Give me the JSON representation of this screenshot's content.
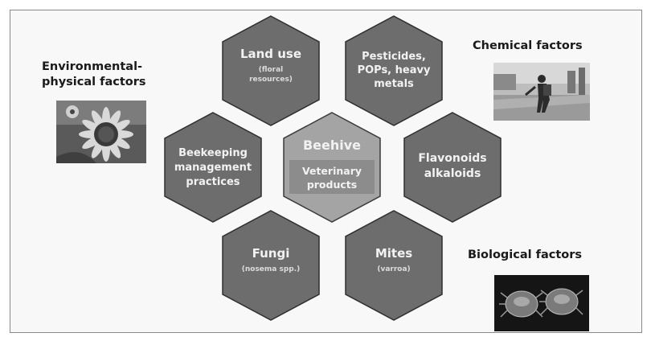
{
  "factors": {
    "environmental": [
      "Environmental-",
      "physical factors"
    ],
    "chemical": "Chemical factors",
    "biological": "Biological factors"
  },
  "hexagons": {
    "land_use": {
      "title": "Land use",
      "sub": [
        "(floral",
        "resources)"
      ]
    },
    "pesticides": {
      "lines": [
        "Pesticides,",
        "POPs, heavy",
        "metals"
      ]
    },
    "beekeeping": {
      "lines": [
        "Beekeeping",
        "management",
        "practices"
      ]
    },
    "beehive": {
      "title": "Beehive",
      "inner": [
        "Veterinary",
        "products"
      ]
    },
    "flavonoids": {
      "lines": [
        "Flavonoids",
        "alkaloids"
      ]
    },
    "fungi": {
      "title": "Fungi",
      "sub": "(nosema spp.)"
    },
    "mites": {
      "title": "Mites",
      "sub": "(varroa)"
    }
  },
  "photos": {
    "sunflower": "sunflower-photo",
    "spraying": "spraying-photo",
    "mites": "mites-photo"
  }
}
